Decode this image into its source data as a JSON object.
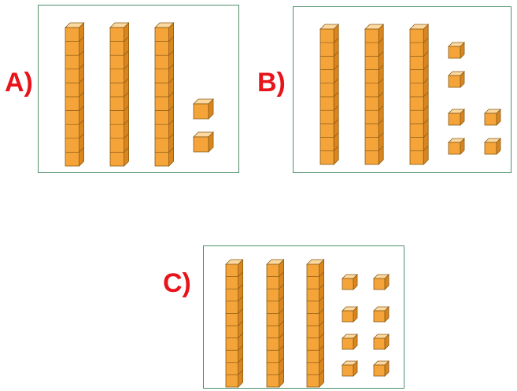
{
  "colors": {
    "label": "#e8141b",
    "frame": "#4e8f6c",
    "cube_front": "#f5a43a",
    "cube_top": "#fbd9a0",
    "cube_side": "#d9861f",
    "cube_edge": "#8a5a14"
  },
  "options": [
    {
      "label": "A)",
      "tens_rods": 3,
      "ones_cubes": 2,
      "value_shown": 32
    },
    {
      "label": "B)",
      "tens_rods": 3,
      "ones_cubes": 6,
      "value_shown": 36
    },
    {
      "label": "C)",
      "tens_rods": 3,
      "ones_cubes": 8,
      "value_shown": 38
    }
  ]
}
